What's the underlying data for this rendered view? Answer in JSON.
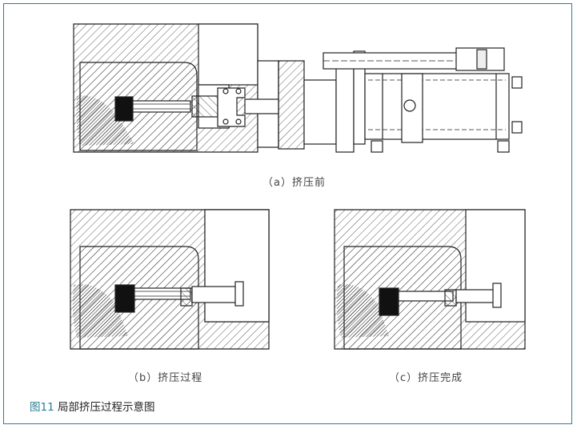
{
  "figure": {
    "number": "图11",
    "title": "局部挤压过程示意图",
    "accent_color": "#2a7f95",
    "panels": [
      {
        "caption": "（a）挤压前"
      },
      {
        "caption": "（b）挤压过程"
      },
      {
        "caption": "（c）挤压完成"
      }
    ]
  }
}
